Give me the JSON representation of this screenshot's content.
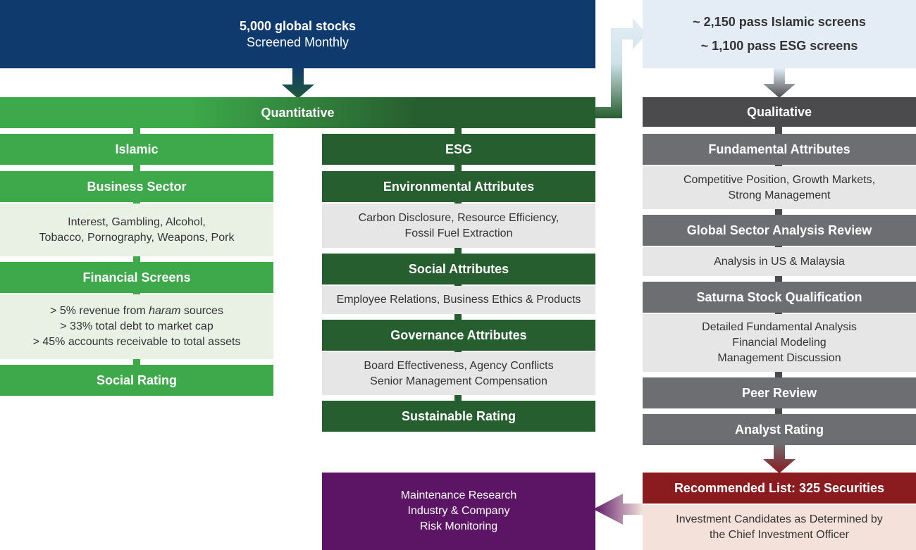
{
  "top": {
    "title": "5,000 global stocks",
    "subtitle": "Screened Monthly"
  },
  "pass": {
    "islamic": "~ 2,150 pass Islamic screens",
    "esg": "~ 1,100 pass ESG screens"
  },
  "quantitative": {
    "label": "Quantitative"
  },
  "islamic": {
    "header": "Islamic",
    "business_sector": {
      "header": "Business Sector",
      "lines": [
        "Interest, Gambling, Alcohol,",
        "Tobacco, Pornography, Weapons, Pork"
      ]
    },
    "financial_screens": {
      "header": "Financial Screens",
      "line1_prefix": "> 5% revenue from ",
      "line1_em": "haram",
      "line1_suffix": " sources",
      "line2": "> 33% total debt to market cap",
      "line3": "> 45% accounts receivable to total assets"
    },
    "social_rating": "Social Rating"
  },
  "esg": {
    "header": "ESG",
    "environmental": {
      "header": "Environmental Attributes",
      "lines": [
        "Carbon Disclosure, Resource Efficiency,",
        "Fossil Fuel Extraction"
      ]
    },
    "social": {
      "header": "Social Attributes",
      "lines": [
        "Employee Relations, Business Ethics & Products"
      ]
    },
    "governance": {
      "header": "Governance Attributes",
      "lines": [
        "Board Effectiveness, Agency Conflicts",
        "Senior Management Compensation"
      ]
    },
    "sustainable_rating": "Sustainable Rating"
  },
  "qualitative": {
    "header": "Qualitative",
    "fundamental": {
      "header": "Fundamental Attributes",
      "lines": [
        "Competitive Position, Growth Markets,",
        "Strong Management"
      ]
    },
    "global_sector": {
      "header": "Global Sector Analysis Review",
      "lines": [
        "Analysis in US & Malaysia"
      ]
    },
    "saturna": {
      "header": "Saturna Stock Qualification",
      "lines": [
        "Detailed Fundamental Analysis",
        "Financial Modeling",
        "Management Discussion"
      ]
    },
    "peer_review": "Peer Review",
    "analyst_rating": "Analyst Rating"
  },
  "recommended": {
    "header": "Recommended List: 325 Securities",
    "lines": [
      "Investment Candidates as Determined by",
      "the Chief Investment Officer"
    ]
  },
  "maintenance": {
    "lines": [
      "Maintenance Research",
      "Industry & Company",
      "Risk Monitoring"
    ]
  },
  "colors": {
    "navy": "#0f3a6e",
    "light_green": "#3da94a",
    "dark_green": "#275e2f",
    "dark_gray": "#4b4b4d",
    "mid_gray": "#6d6e71",
    "maroon": "#8a1c20",
    "purple": "#5c1465"
  }
}
